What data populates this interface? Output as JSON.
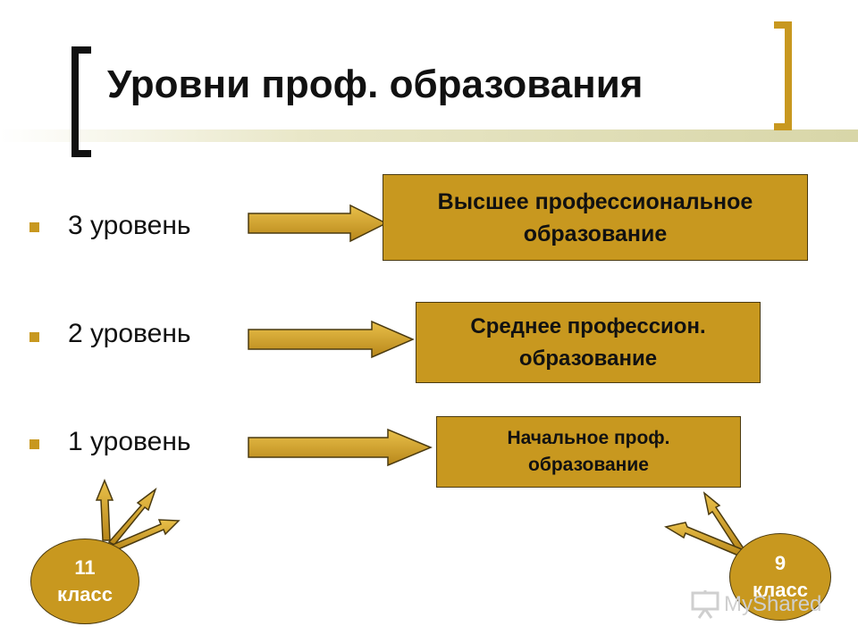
{
  "slide": {
    "title": "Уровни проф. образования",
    "levels": [
      {
        "label": "3 уровень",
        "box": "Высшее профессиональное\nобразование"
      },
      {
        "label": "2 уровень",
        "box": "Среднее профессион.\nобразование"
      },
      {
        "label": "1 уровень",
        "box": "Начальное проф.\nобразование"
      }
    ],
    "entry_points": [
      {
        "label": "11\nкласс"
      },
      {
        "label": "9\nкласс"
      }
    ],
    "watermark": "MyShared"
  },
  "colors": {
    "accent_gold": "#c8981f",
    "text": "#111111",
    "bracket_dark": "#111111"
  }
}
